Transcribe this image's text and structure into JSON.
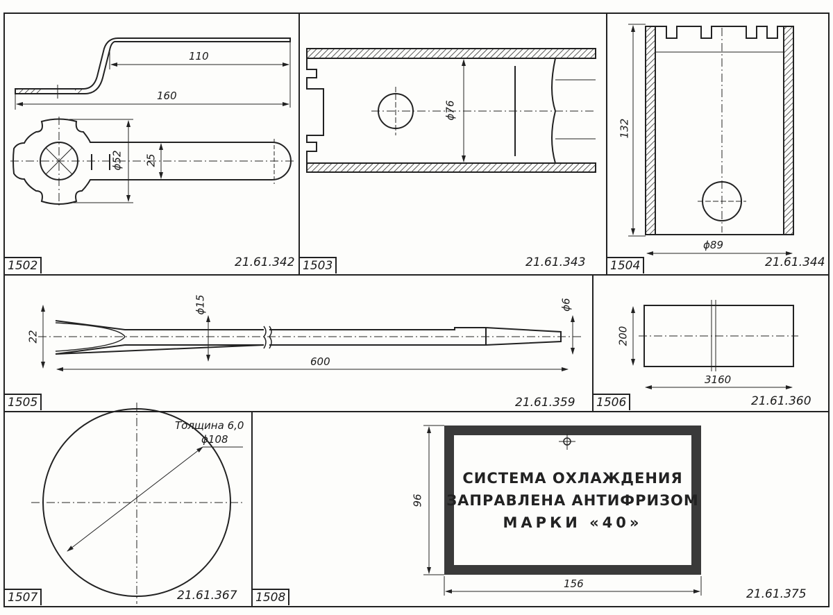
{
  "panels": [
    {
      "number": "1502",
      "code": "21.61.342",
      "dims": [
        "110",
        "160",
        "ϕ52",
        "25"
      ]
    },
    {
      "number": "1503",
      "code": "21.61.343",
      "dims": [
        "ϕ76"
      ]
    },
    {
      "number": "1504",
      "code": "21.61.344",
      "dims": [
        "132",
        "ϕ89"
      ]
    },
    {
      "number": "1505",
      "code": "21.61.359",
      "dims": [
        "22",
        "ϕ15",
        "600",
        "ϕ6"
      ]
    },
    {
      "number": "1506",
      "code": "21.61.360",
      "dims": [
        "200",
        "3160"
      ]
    },
    {
      "number": "1507",
      "code": "21.61.367",
      "dims": [
        "Толщина 6,0",
        "ϕ108"
      ]
    },
    {
      "number": "1508",
      "code": "21.61.375",
      "dims": [
        "96",
        "156"
      ]
    }
  ],
  "plate": {
    "line1": "СИСТЕМА ОХЛАЖДЕНИЯ",
    "line2": "ЗАПРАВЛЕНА АНТИФРИЗОМ",
    "line3": "МАРКИ «40»"
  },
  "colors": {
    "ink": "#1a1a1a",
    "plate_border": "#3a3a3a",
    "paper": "#fdfdfb"
  }
}
